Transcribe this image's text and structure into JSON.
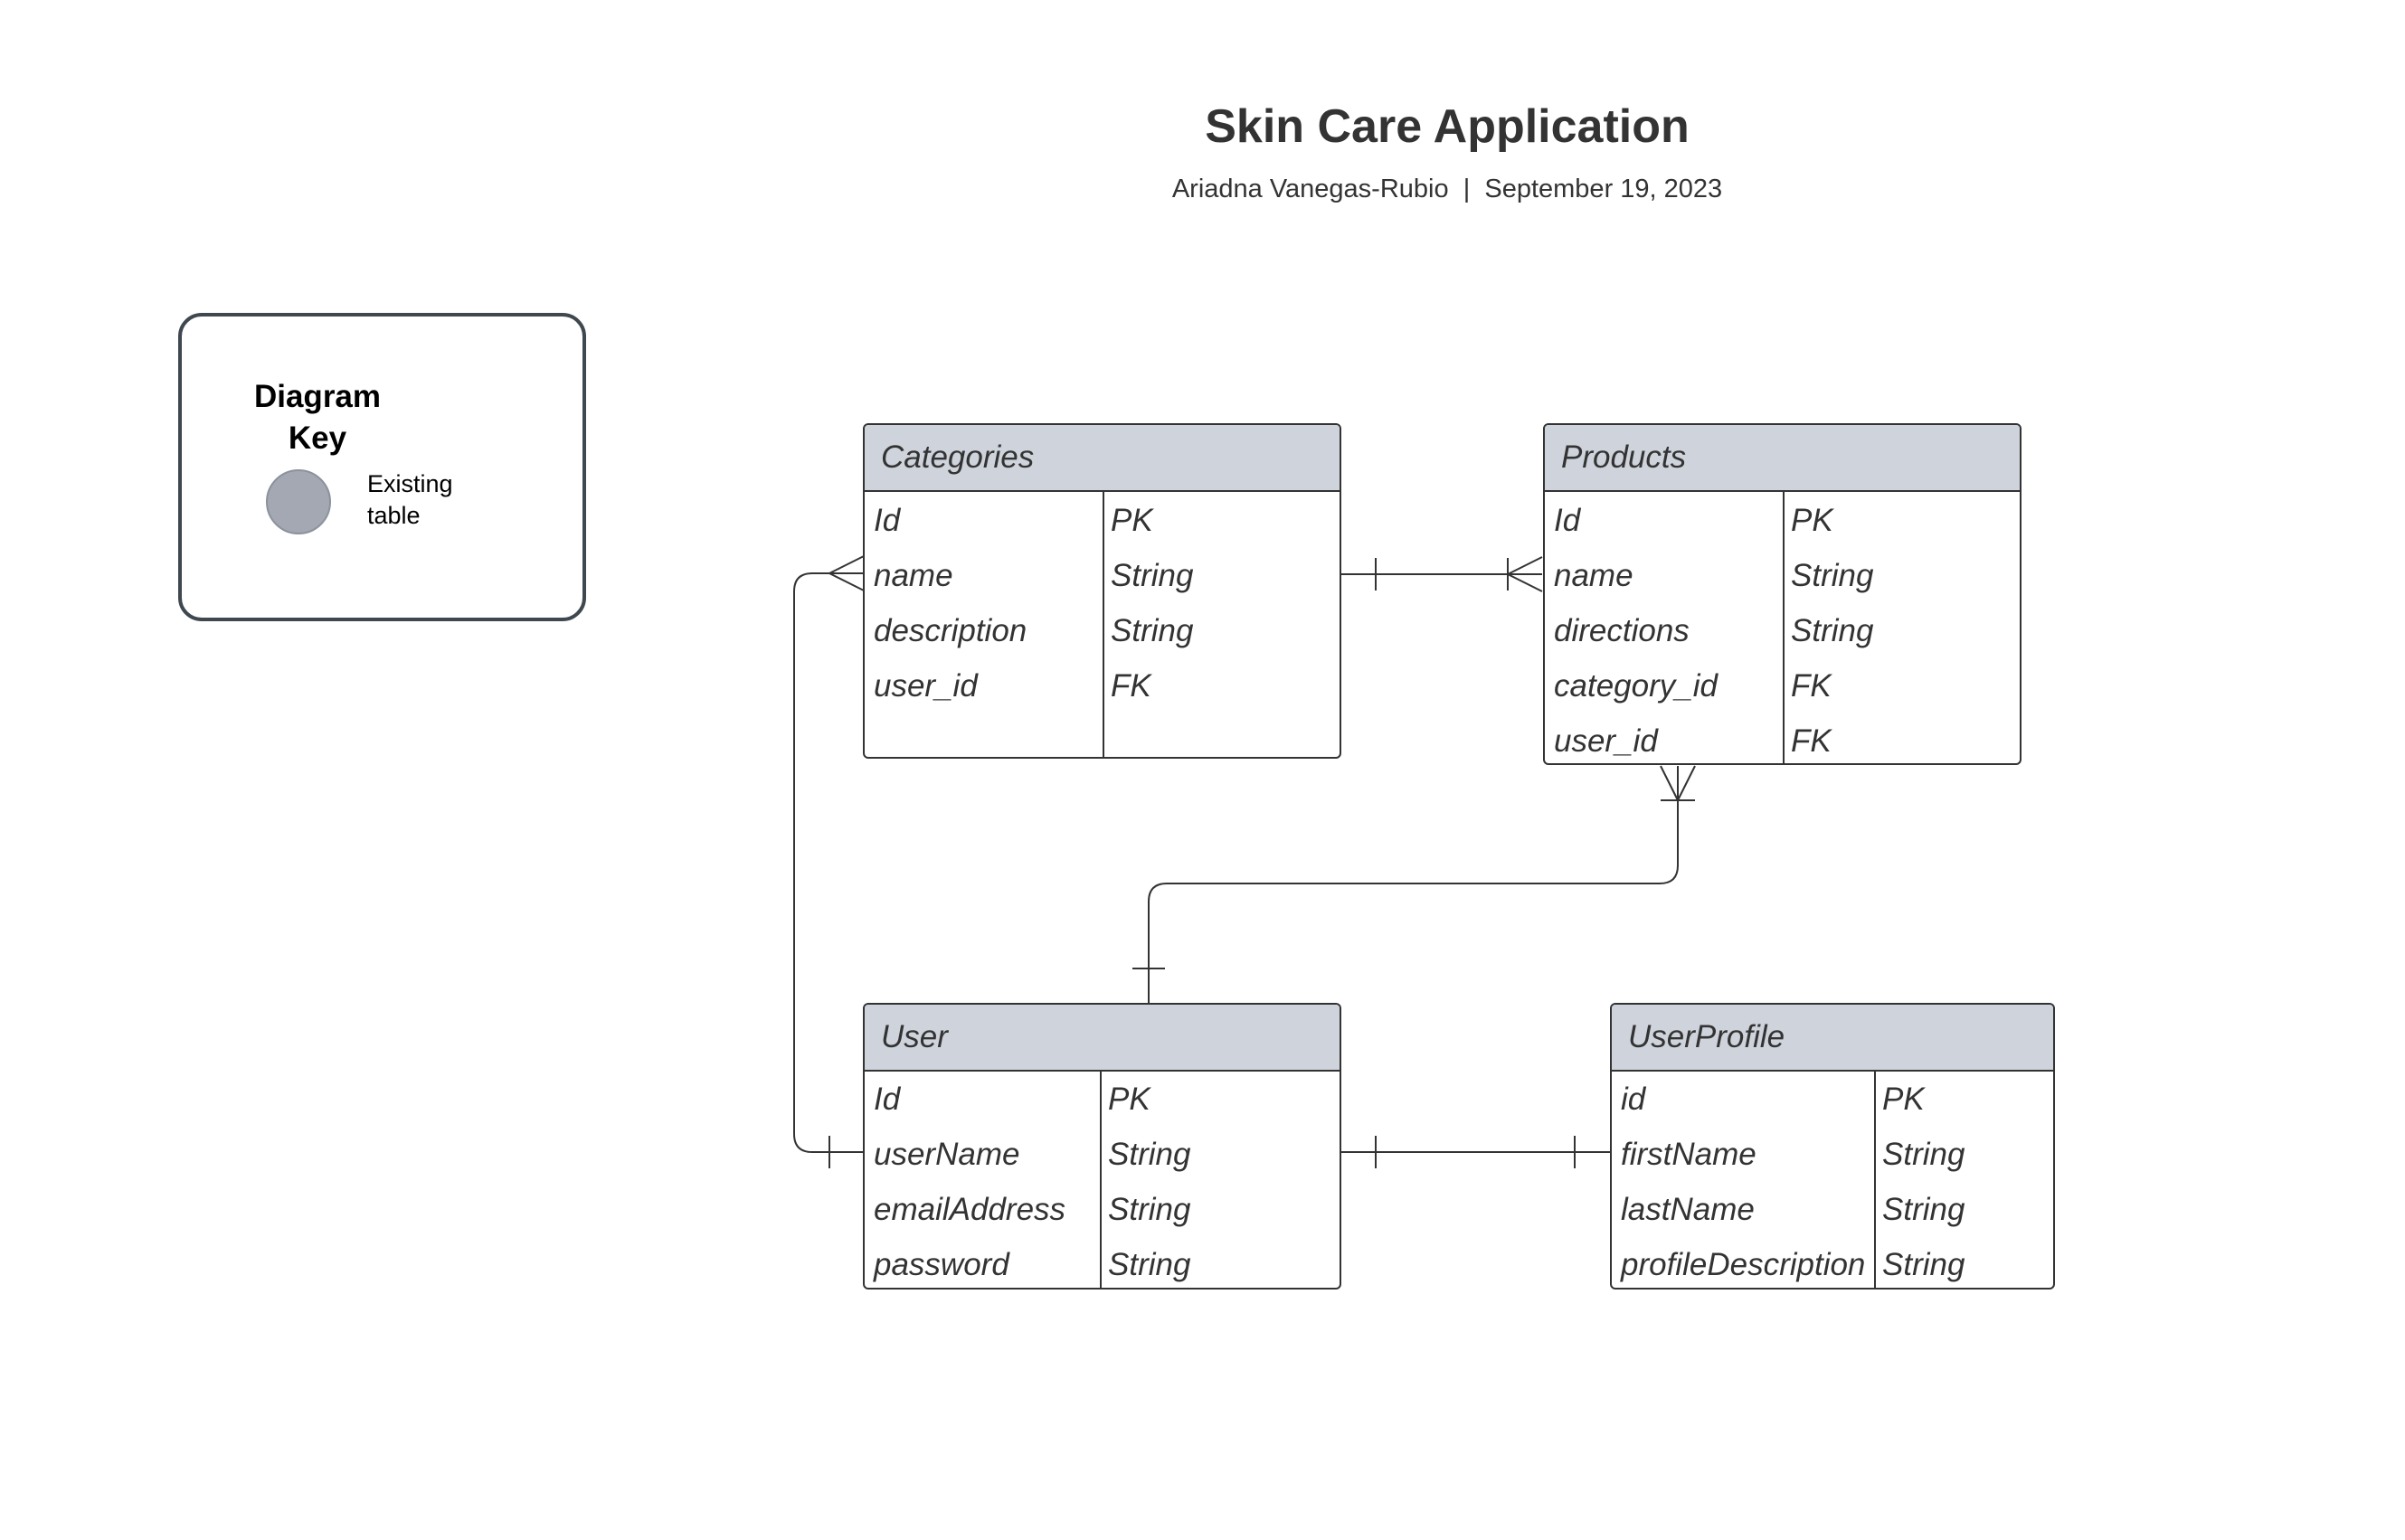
{
  "header": {
    "title": "Skin Care Application",
    "subtitle": "Ariadna Vanegas-Rubio  |  September 19, 2023"
  },
  "key": {
    "title": "Diagram Key",
    "item_label": "Existing table",
    "item_color": "#a3a8b2"
  },
  "colors": {
    "header_fill": "#ced3dc",
    "line": "#333333"
  },
  "entities": [
    {
      "name": "Categories",
      "fields": [
        {
          "name": "Id",
          "type": "PK"
        },
        {
          "name": "name",
          "type": "String"
        },
        {
          "name": "description",
          "type": "String"
        },
        {
          "name": "user_id",
          "type": "FK"
        }
      ]
    },
    {
      "name": "Products",
      "fields": [
        {
          "name": "Id",
          "type": "PK"
        },
        {
          "name": "name",
          "type": "String"
        },
        {
          "name": "directions",
          "type": "String"
        },
        {
          "name": "category_id",
          "type": "FK"
        },
        {
          "name": "user_id",
          "type": "FK"
        }
      ]
    },
    {
      "name": "User",
      "fields": [
        {
          "name": "Id",
          "type": "PK"
        },
        {
          "name": "userName",
          "type": "String"
        },
        {
          "name": "emailAddress",
          "type": "String"
        },
        {
          "name": "password",
          "type": "String"
        }
      ]
    },
    {
      "name": "UserProfile",
      "fields": [
        {
          "name": "id",
          "type": "PK"
        },
        {
          "name": "firstName",
          "type": "String"
        },
        {
          "name": "lastName",
          "type": "String"
        },
        {
          "name": "profileDescription",
          "type": "String"
        }
      ]
    }
  ],
  "relationships": [
    {
      "from": "Categories",
      "to": "Products",
      "from_cardinality": "one",
      "to_cardinality": "many"
    },
    {
      "from": "User",
      "to": "Products",
      "from_cardinality": "one",
      "to_cardinality": "many"
    },
    {
      "from": "User",
      "to": "Categories",
      "from_cardinality": "one",
      "to_cardinality": "many"
    },
    {
      "from": "User",
      "to": "UserProfile",
      "from_cardinality": "one",
      "to_cardinality": "one"
    }
  ]
}
